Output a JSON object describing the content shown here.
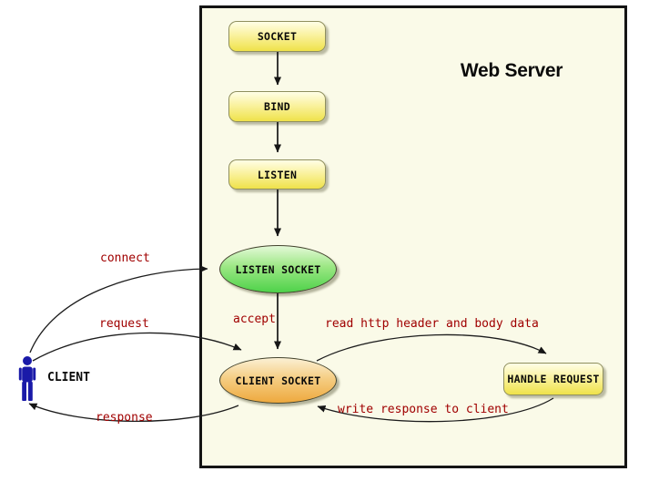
{
  "title": "Web Server",
  "actor": {
    "label": "CLIENT"
  },
  "nodes": {
    "socket": "SOCKET",
    "bind": "BIND",
    "listen": "LISTEN",
    "listen_socket": "LISTEN SOCKET",
    "client_socket": "CLIENT SOCKET",
    "handle_request": "HANDLE REQUEST"
  },
  "edges": {
    "connect": "connect",
    "request": "request",
    "response": "response",
    "accept": "accept",
    "read_http": "read http header and body data",
    "write_response": "write response to client"
  },
  "connections": [
    {
      "from": "SOCKET",
      "to": "BIND",
      "label": ""
    },
    {
      "from": "BIND",
      "to": "LISTEN",
      "label": ""
    },
    {
      "from": "LISTEN",
      "to": "LISTEN SOCKET",
      "label": ""
    },
    {
      "from": "LISTEN SOCKET",
      "to": "CLIENT SOCKET",
      "label": "accept"
    },
    {
      "from": "CLIENT",
      "to": "LISTEN SOCKET",
      "label": "connect"
    },
    {
      "from": "CLIENT",
      "to": "CLIENT SOCKET",
      "label": "request"
    },
    {
      "from": "CLIENT SOCKET",
      "to": "CLIENT",
      "label": "response"
    },
    {
      "from": "CLIENT SOCKET",
      "to": "HANDLE REQUEST",
      "label": "read http header and body data"
    },
    {
      "from": "HANDLE REQUEST",
      "to": "CLIENT SOCKET",
      "label": "write response to client"
    }
  ],
  "colors": {
    "canvas_bg": "#FFFFFF",
    "server_bg": "#FAFAE8",
    "server_border": "#141414",
    "process_node_top": "#FFFEE6",
    "process_node_bottom": "#EFE24A",
    "node_border": "#8F8F5E",
    "listen_socket_top": "#E4F9D8",
    "listen_socket_bottom": "#4ED24A",
    "client_socket_top": "#FBF0D4",
    "client_socket_bottom": "#EEA93E",
    "edge_label_text": "#A00000",
    "arrow": "#1C1C1C",
    "client_figure": "#1A1AA8"
  }
}
